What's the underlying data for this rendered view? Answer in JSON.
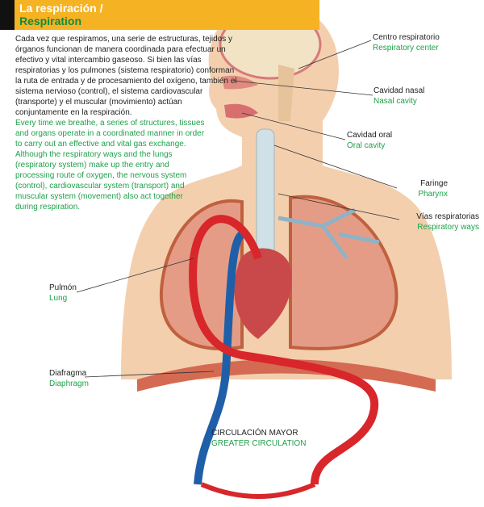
{
  "header": {
    "title_es": "La respiración /",
    "title_en": "Respiration"
  },
  "intro": {
    "es": "Cada vez que respiramos, una serie de estructuras, tejidos y órganos funcionan de manera coordinada para efectuar un efectivo y vital intercambio gaseoso. Si bien las vías respiratorias y los pulmones (sistema respiratorio) conforman la ruta de entrada y de procesamiento del oxígeno, también el sistema nervioso (control), el sistema cardiovascular (transporte) y el muscular (movimiento) actúan conjuntamente en la respiración.",
    "en1": "Every time we breathe, a series of structures, tissues and organs operate in a coordinated manner in order to carry out an effective and vital gas exchange.",
    "en2": "Although the respiratory ways and the lungs (respiratory system) make up the entry and processing route of oxygen, the nervous system (control), cardiovascular system (transport) and muscular system (movement) also act together during respiration."
  },
  "labels": {
    "respiratory_center": {
      "es": "Centro respiratorio",
      "en": "Respiratory center"
    },
    "nasal_cavity": {
      "es": "Cavidad nasal",
      "en": "Nasal cavity"
    },
    "oral_cavity": {
      "es": "Cavidad oral",
      "en": "Oral cavity"
    },
    "pharynx": {
      "es": "Faringe",
      "en": "Pharynx"
    },
    "respiratory_ways": {
      "es": "Vías respiratorias",
      "en": "Respiratory ways"
    },
    "lung": {
      "es": "Pulmón",
      "en": "Lung"
    },
    "diaphragm": {
      "es": "Diafragma",
      "en": "Diaphragm"
    },
    "circulation": {
      "es": "CIRCULACIÓN MAYOR",
      "en": "GREATER CIRCULATION"
    }
  },
  "colors": {
    "header": "#f5b324",
    "green": "#1fa14a",
    "artery": "#d8262b",
    "vein": "#1f5fa8",
    "skin": "#f3cfae"
  }
}
